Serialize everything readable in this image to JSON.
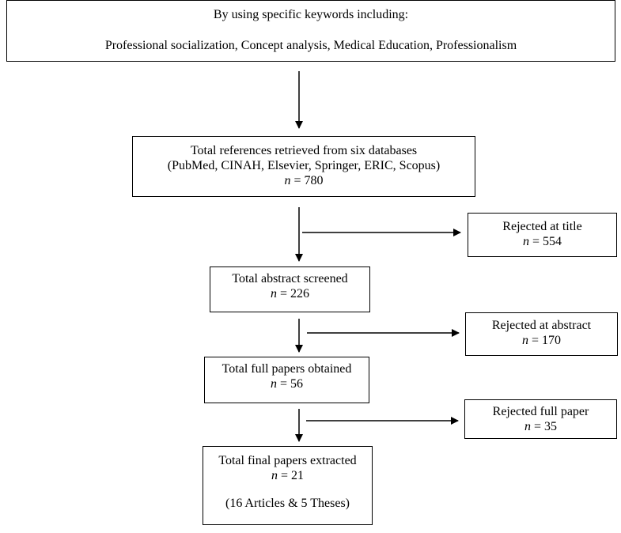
{
  "keywords_box": {
    "title": "By using specific keywords including:",
    "keywords": "Professional socialization, Concept analysis, Medical Education, Professionalism"
  },
  "retrieved_box": {
    "line1": "Total references retrieved from six databases",
    "line2": "(PubMed, CINAH, Elsevier, Springer, ERIC, Scopus)",
    "n_label": "n",
    "n_value": "= 780"
  },
  "rejected_title_box": {
    "label": "Rejected at title",
    "n_label": "n",
    "n_value": "= 554"
  },
  "abstract_box": {
    "label": "Total abstract screened",
    "n_label": "n",
    "n_value": "= 226"
  },
  "rejected_abstract_box": {
    "label": "Rejected at abstract",
    "n_label": "n",
    "n_value": "= 170"
  },
  "fullpaper_box": {
    "label": "Total full papers obtained",
    "n_label": "n",
    "n_value": "= 56"
  },
  "rejected_full_box": {
    "label": "Rejected full paper",
    "n_label": "n",
    "n_value": "= 35"
  },
  "final_box": {
    "label": "Total final papers extracted",
    "n_label": "n",
    "n_value": "= 21",
    "note": "(16 Articles & 5 Theses)"
  }
}
